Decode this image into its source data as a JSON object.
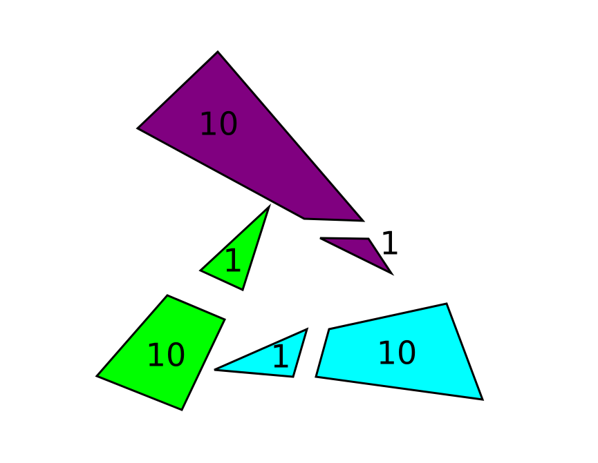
{
  "colors": {
    "purple": "#800080",
    "green": "#00ff00",
    "cyan": "#00ffff",
    "outline": "#000000",
    "background": "#ffffff"
  },
  "pieces": [
    {
      "id": "purple-large",
      "color_name": "purple",
      "label": "10"
    },
    {
      "id": "purple-small",
      "color_name": "purple",
      "label": "1"
    },
    {
      "id": "green-small",
      "color_name": "green",
      "label": "1"
    },
    {
      "id": "green-large",
      "color_name": "green",
      "label": "10"
    },
    {
      "id": "cyan-small",
      "color_name": "cyan",
      "label": "1"
    },
    {
      "id": "cyan-large",
      "color_name": "cyan",
      "label": "10"
    }
  ]
}
